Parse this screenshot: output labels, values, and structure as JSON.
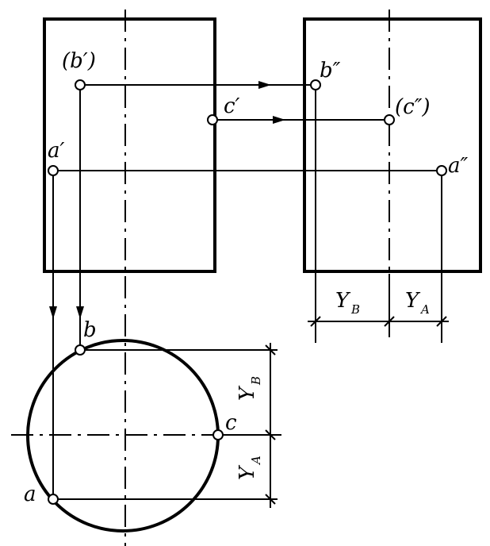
{
  "labels": {
    "b_front": "(b′)",
    "c_front": "c′",
    "a_front": "a′",
    "b_side": "b″",
    "c_side": "(c″)",
    "a_side": "a″",
    "b_top": "b",
    "c_top": "c",
    "a_top": "a"
  },
  "dimensions": {
    "yb_letter": "Y",
    "yb_sub": "B",
    "ya_letter": "Y",
    "ya_sub": "A"
  }
}
